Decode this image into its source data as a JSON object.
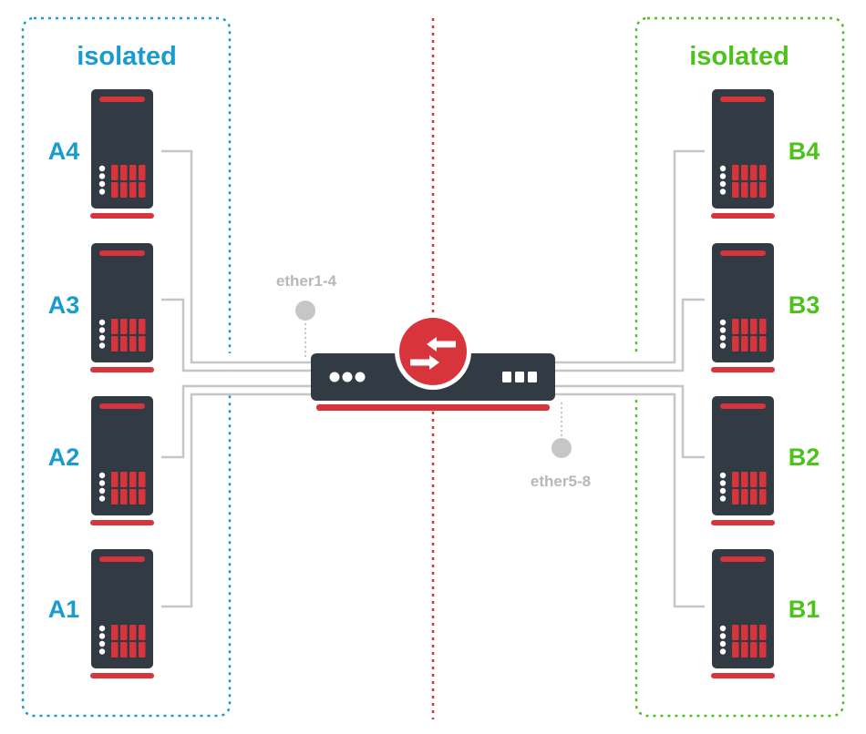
{
  "colors": {
    "group_a": "#1a9bd0",
    "group_b": "#4cc21a",
    "divider": "#d8343c",
    "server_body": "#323a44",
    "server_accent": "#d8343c",
    "server_dot": "#ffffff",
    "cable": "#c6c6c6",
    "port_marker": "#c6c6c6",
    "port_text": "#b8b8b8",
    "router_body": "#323a44",
    "router_badge": "#d8343c"
  },
  "groups": {
    "a": {
      "title": "isolated",
      "servers": [
        {
          "label": "A4"
        },
        {
          "label": "A3"
        },
        {
          "label": "A2"
        },
        {
          "label": "A1"
        }
      ]
    },
    "b": {
      "title": "isolated",
      "servers": [
        {
          "label": "B4"
        },
        {
          "label": "B3"
        },
        {
          "label": "B2"
        },
        {
          "label": "B1"
        }
      ]
    }
  },
  "router": {
    "ports_left": "ether1-4",
    "ports_right": "ether5-8",
    "icon": "swap-arrows-icon"
  }
}
